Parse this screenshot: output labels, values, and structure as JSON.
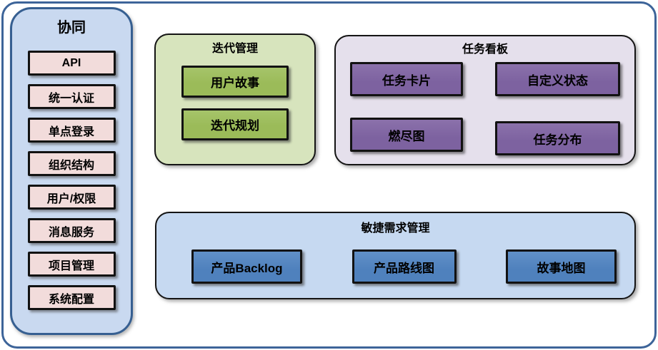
{
  "colors": {
    "frame_border": "#3d6499",
    "sidebar_fill": "#c9d9f0",
    "sidebar_border": "#365f91",
    "sidebar_item_fill": "#f2dcdb",
    "iteration_panel_fill": "#d7e4bd",
    "iteration_item_fill": "#9bbb59",
    "kanban_panel_fill": "#e5e0ec",
    "kanban_item_fill": "#7d62a0",
    "requirements_panel_fill": "#c6d9f1",
    "requirements_item_fill": "#4f81bd",
    "item_border": "#121212",
    "text": "#000000"
  },
  "sidebar": {
    "title": "协同",
    "items": [
      "API",
      "统一认证",
      "单点登录",
      "组织结构",
      "用户/权限",
      "消息服务",
      "项目管理",
      "系统配置"
    ]
  },
  "panels": {
    "iteration": {
      "title": "迭代管理",
      "items": [
        "用户故事",
        "迭代规划"
      ]
    },
    "kanban": {
      "title": "任务看板",
      "items": [
        "任务卡片",
        "自定义状态",
        "燃尽图",
        "任务分布"
      ]
    },
    "requirements": {
      "title": "敏捷需求管理",
      "items": [
        "产品Backlog",
        "产品路线图",
        "故事地图"
      ]
    }
  }
}
